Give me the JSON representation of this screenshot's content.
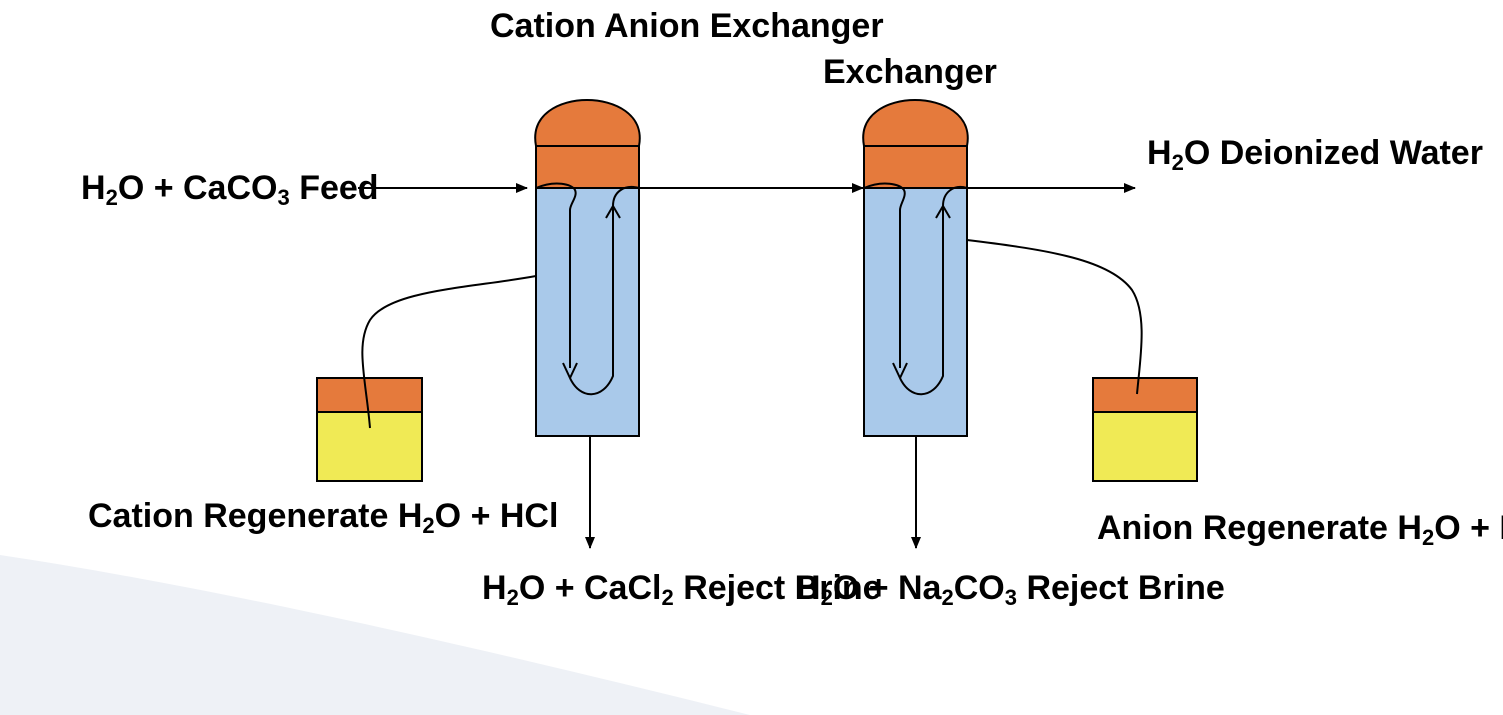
{
  "colors": {
    "resin": "#E57A3C",
    "column_fill": "#A9C9EA",
    "regenerant": "#F0EA55",
    "line": "#000000",
    "background_wave": "#EEF1F6"
  },
  "labels": {
    "cation_exchanger": {
      "line1": "Cation Anion",
      "line2": "Exchanger"
    },
    "anion_exchanger": {
      "line1": "Exchanger"
    },
    "feed": {
      "h": "H",
      "s1": "2",
      "mid": "O + CaCO",
      "s2": "3",
      "line2": "Feed"
    },
    "product": {
      "h": "H",
      "s1": "2",
      "mid": "O",
      "line2": "Deionized Water"
    },
    "cation_regenerate": {
      "line1": "Cation Regenerate",
      "h": "H",
      "s1": "2",
      "mid": "O + HCl"
    },
    "anion_regenerate": {
      "line1": "Anion Regenerate",
      "h": "H",
      "s1": "2",
      "mid": "O + NaOH"
    },
    "cation_brine": {
      "h": "H",
      "s1": "2",
      "mid": "O + CaCl",
      "s2": "2",
      "line2": "Reject Brine"
    },
    "anion_brine": {
      "h": "H",
      "s1": "2",
      "mid": "O + Na",
      "s2": "2",
      "mid2": "CO",
      "s3": "3",
      "line2": "Reject Brine"
    }
  }
}
